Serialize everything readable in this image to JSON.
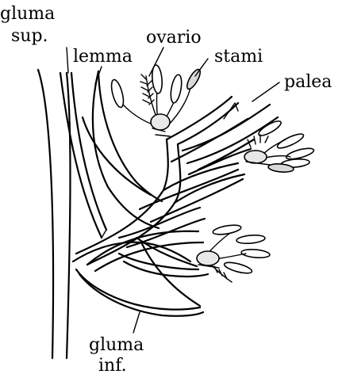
{
  "labels": {
    "gluma_sup_1": "gluma",
    "gluma_sup_2": "sup.",
    "lemma": "lemma",
    "ovario": "ovario",
    "stami": "stami",
    "palea": "palea",
    "gluma_inf_1": "gluma",
    "gluma_inf_2": "inf."
  },
  "colors": {
    "ink": "#000000",
    "background": "#ffffff"
  }
}
